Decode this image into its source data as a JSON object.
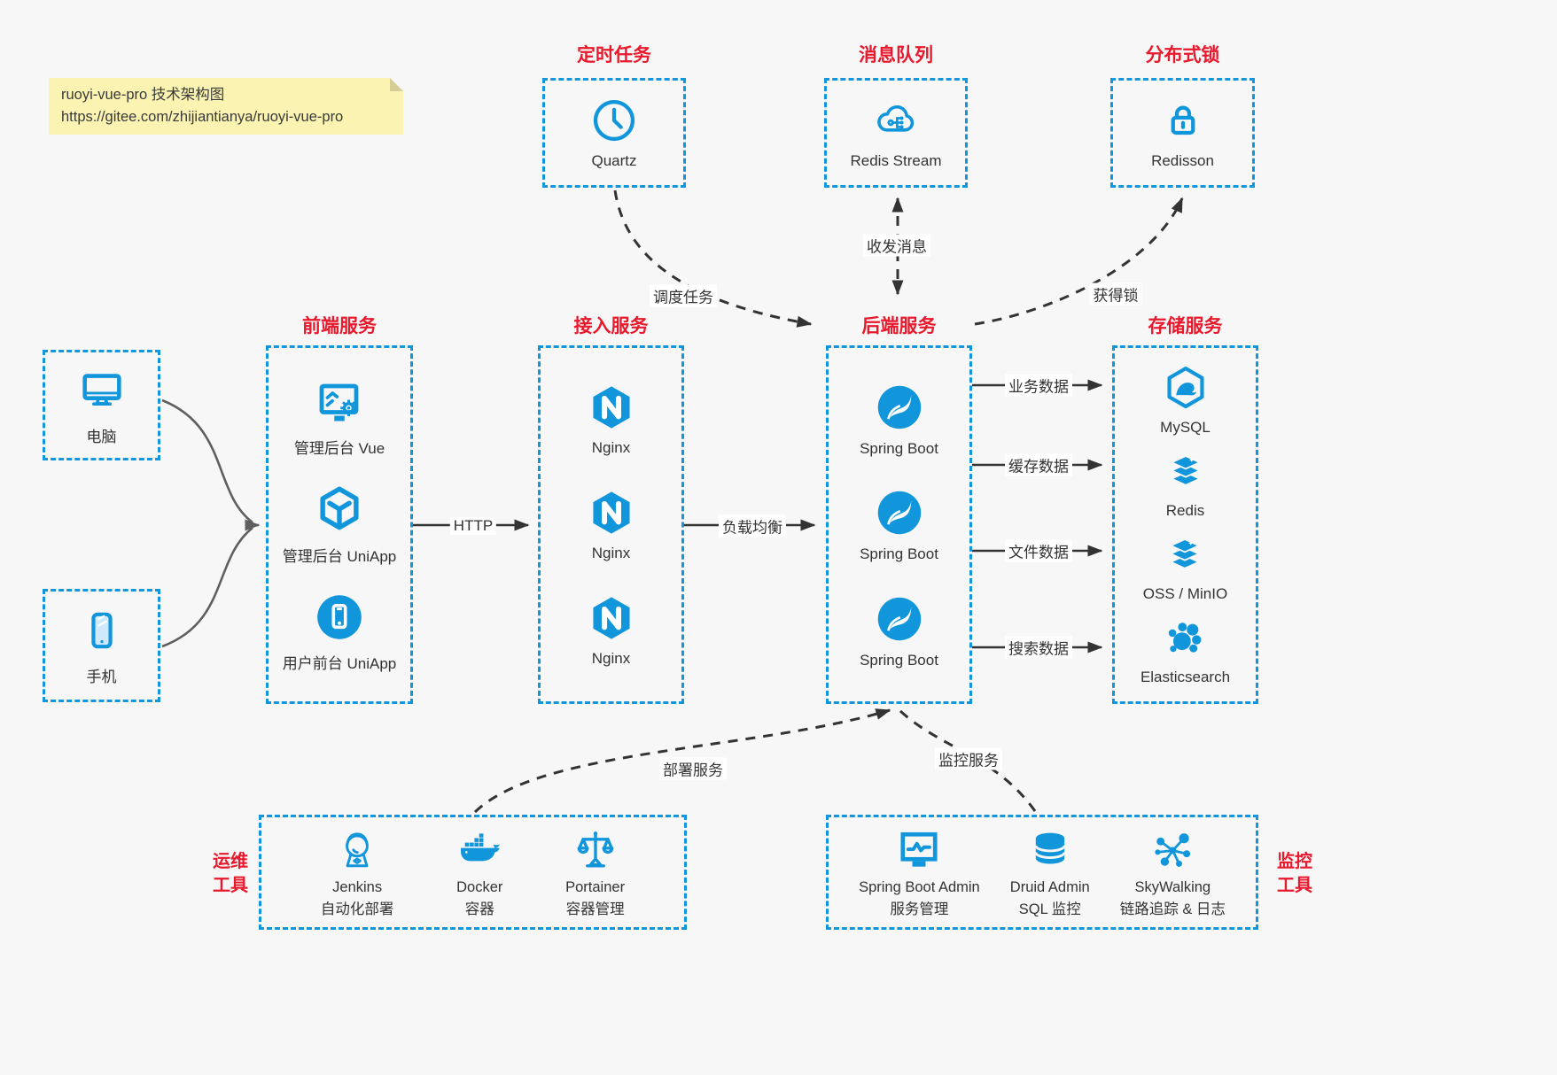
{
  "colors": {
    "accent": "#1296db",
    "title_red": "#e8192c",
    "text": "#333333",
    "note_bg": "#faf3b1",
    "canvas_bg": "#f7f7f7"
  },
  "note": {
    "line1": "ruoyi-vue-pro 技术架构图",
    "line2": "https://gitee.com/zhijiantianya/ruoyi-vue-pro"
  },
  "top_groups": [
    {
      "title": "定时任务",
      "icon": "clock-icon",
      "label": "Quartz"
    },
    {
      "title": "消息队列",
      "icon": "cloud-stream-icon",
      "label": "Redis Stream"
    },
    {
      "title": "分布式锁",
      "icon": "lock-icon",
      "label": "Redisson"
    }
  ],
  "clients": [
    {
      "icon": "desktop-icon",
      "label": "电脑"
    },
    {
      "icon": "smartphone-icon",
      "label": "手机"
    }
  ],
  "columns": {
    "frontend": {
      "title": "前端服务",
      "items": [
        {
          "icon": "admin-vue-icon",
          "label": "管理后台 Vue"
        },
        {
          "icon": "uniapp-cube-icon",
          "label": "管理后台 UniApp"
        },
        {
          "icon": "user-app-icon",
          "label": "用户前台 UniApp"
        }
      ]
    },
    "gateway": {
      "title": "接入服务",
      "items": [
        {
          "icon": "nginx-icon",
          "label": "Nginx"
        },
        {
          "icon": "nginx-icon",
          "label": "Nginx"
        },
        {
          "icon": "nginx-icon",
          "label": "Nginx"
        }
      ]
    },
    "backend": {
      "title": "后端服务",
      "items": [
        {
          "icon": "spring-boot-icon",
          "label": "Spring Boot"
        },
        {
          "icon": "spring-boot-icon",
          "label": "Spring Boot"
        },
        {
          "icon": "spring-boot-icon",
          "label": "Spring Boot"
        }
      ]
    },
    "storage": {
      "title": "存储服务",
      "items": [
        {
          "icon": "mysql-icon",
          "label": "MySQL"
        },
        {
          "icon": "redis-icon",
          "label": "Redis"
        },
        {
          "icon": "oss-minio-icon",
          "label": "OSS / MinIO"
        },
        {
          "icon": "elasticsearch-icon",
          "label": "Elasticsearch"
        }
      ]
    }
  },
  "ops_tools": {
    "side_line1": "运维",
    "side_line2": "工具",
    "items": [
      {
        "icon": "jenkins-icon",
        "line1": "Jenkins",
        "line2": "自动化部署"
      },
      {
        "icon": "docker-icon",
        "line1": "Docker",
        "line2": "容器"
      },
      {
        "icon": "portainer-icon",
        "line1": "Portainer",
        "line2": "容器管理"
      }
    ]
  },
  "monitor_tools": {
    "side_line1": "监控",
    "side_line2": "工具",
    "items": [
      {
        "icon": "spring-boot-admin-icon",
        "line1": "Spring Boot Admin",
        "line2": "服务管理"
      },
      {
        "icon": "druid-icon",
        "line1": "Druid Admin",
        "line2": "SQL 监控"
      },
      {
        "icon": "skywalking-icon",
        "line1": "SkyWalking",
        "line2": "链路追踪 & 日志"
      }
    ]
  },
  "edges": {
    "http": "HTTP",
    "load_balance": "负载均衡",
    "business_data": "业务数据",
    "cache_data": "缓存数据",
    "file_data": "文件数据",
    "search_data": "搜索数据",
    "schedule_task": "调度任务",
    "send_receive_message": "收发消息",
    "acquire_lock": "获得锁",
    "deploy_service": "部署服务",
    "monitor_service": "监控服务"
  }
}
